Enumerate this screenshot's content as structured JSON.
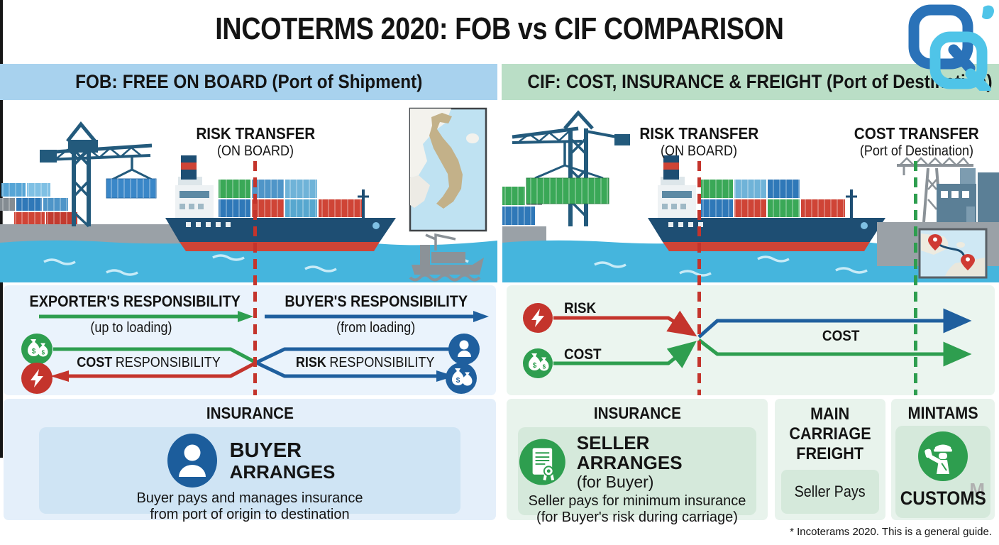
{
  "title": "INCOTERMS 2020: FOB vs CIF COMPARISON",
  "footnote": "* Incoterams 2020. This is a general guide.",
  "colors": {
    "fob_header_bg": "#a8d2ee",
    "cif_header_bg": "#badec6",
    "risk_red": "#c4342c",
    "cost_green": "#2e9e4f",
    "responsibility_blue": "#1f5f9e",
    "water_blue": "#45b5dd",
    "ship_navy": "#1e4e73",
    "crane_steel": "#235a7c"
  },
  "icons": {
    "dollar_glyph": "$",
    "lightning_icon": "risk-bolt",
    "money_bag_icon": "cost-money-bags",
    "person_icon": "buyer-person",
    "certificate_icon": "insurance-policy-certificate",
    "customs_officer_icon": "customs-officer",
    "location_pin_icon": "map-route-pins",
    "logo_icon": "cq-logo"
  },
  "fob": {
    "code": "FOB:",
    "name": "FREE ON BOARD (Port of Shipment)",
    "risk_transfer": {
      "title": "RISK TRANSFER",
      "subtitle": "(ON BOARD)"
    },
    "responsibility": {
      "exporter": {
        "label": "EXPORTER'S RESPONSIBILITY",
        "sub": "(up to loading)"
      },
      "buyer": {
        "label": "BUYER'S RESPONSIBILITY",
        "sub": "(from loading)"
      },
      "cost": {
        "bold": "COST",
        "rest": "RESPONSIBILITY"
      },
      "risk": {
        "bold": "RISK",
        "rest": "RESPONSIBILITY"
      }
    },
    "insurance": {
      "heading": "INSURANCE",
      "party_line1": "BUYER",
      "party_line2": "ARRANGES",
      "desc_line1": "Buyer pays and manages insurance",
      "desc_line2": "from port of origin to destination"
    }
  },
  "cif": {
    "code": "CIF:",
    "name": "COST, INSURANCE & FREIGHT (Port of Destination)",
    "risk_transfer": {
      "title": "RISK TRANSFER",
      "subtitle": "(ON BOARD)"
    },
    "cost_transfer": {
      "title": "COST TRANSFER",
      "subtitle": "(Port of Destination)"
    },
    "flows": {
      "risk_label": "RISK",
      "cost_label": "COST",
      "cost_after_label": "COST"
    },
    "insurance": {
      "heading": "INSURANCE",
      "party_line1": "SELLER ARRANGES",
      "party_line2": "(for Buyer)",
      "desc_line1": "Seller pays for minimum insurance",
      "desc_line2": "(for Buyer's risk during carriage)"
    },
    "main_carriage": {
      "heading_line1": "MAIN",
      "heading_line2": "CARRIAGE",
      "heading_line3": "FREIGHT",
      "value": "Seller Pays"
    },
    "customs": {
      "heading": "MINTAMS",
      "value": "CUSTOMS",
      "watermark_letter": "M"
    }
  }
}
